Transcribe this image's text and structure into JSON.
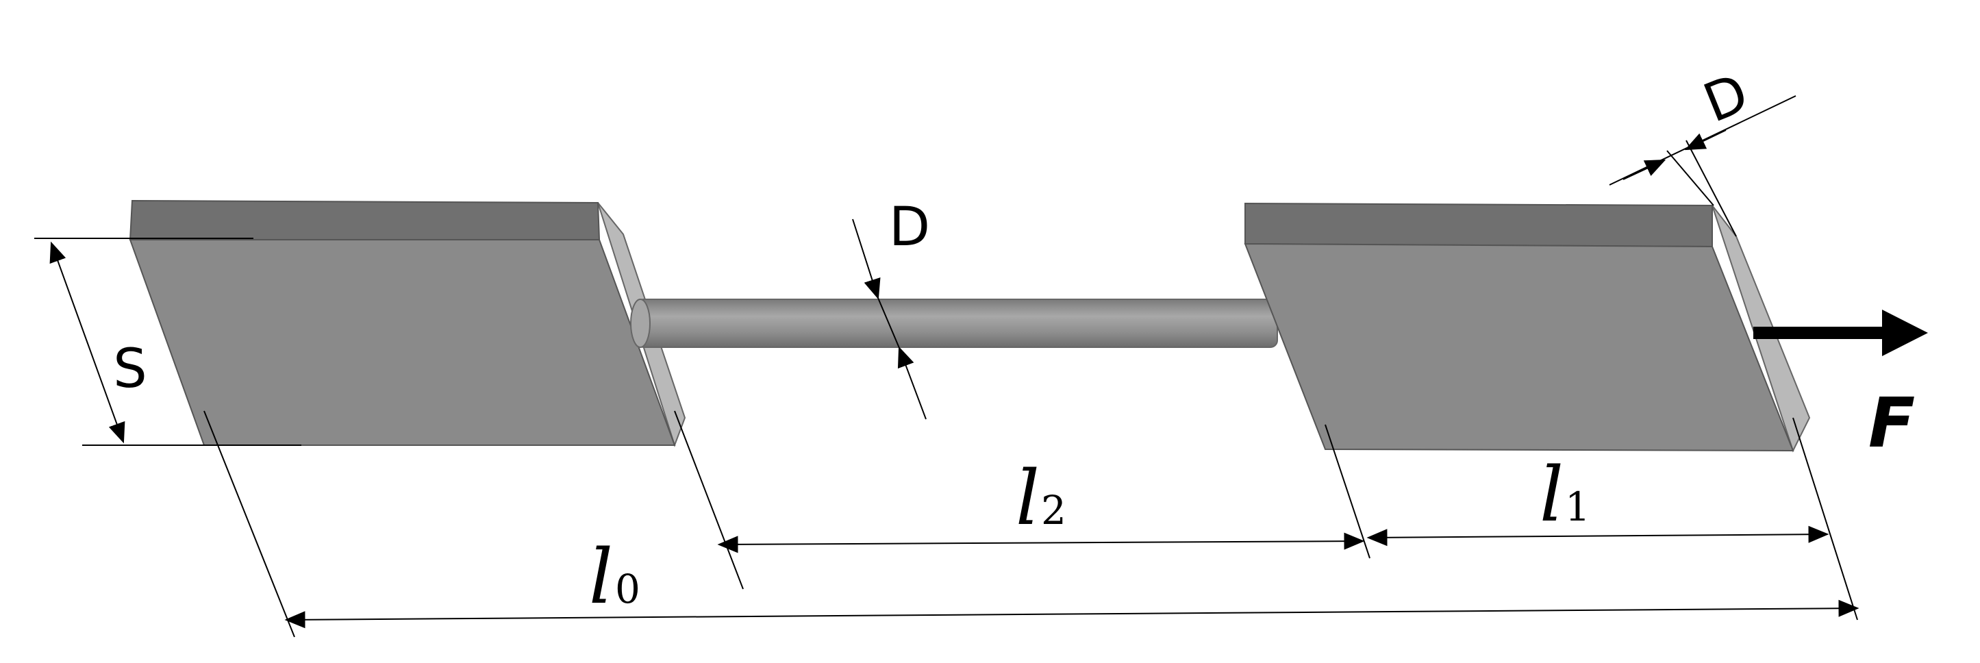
{
  "diagram": {
    "labels": {
      "side_width": "S",
      "rod_diameter": "D",
      "plate_thickness": "D",
      "force": "F",
      "total_length": "l",
      "total_length_sub": "0",
      "rod_length": "l",
      "rod_length_sub": "2",
      "plate_length": "l",
      "plate_length_sub": "1"
    },
    "colors": {
      "plate_front": "#8a8a8a",
      "plate_top": "#6f6f6f",
      "plate_side": "#b9b9b9",
      "rod": "#8f8f8f",
      "rod_highlight": "#b0b0b0",
      "lines": "#000000"
    }
  }
}
